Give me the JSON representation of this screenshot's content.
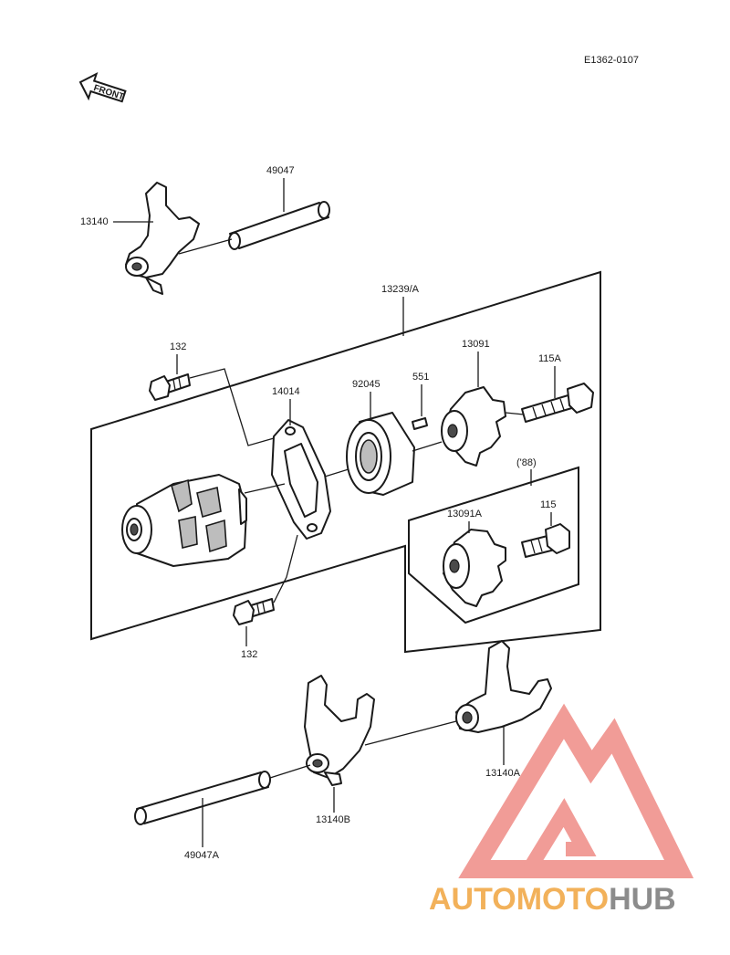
{
  "diagram_code": "E1362-0107",
  "front_label": "FRONT",
  "parts": {
    "p49047": "49047",
    "p13140": "13140",
    "p13239A": "13239/A",
    "p132_top": "132",
    "p14014": "14014",
    "p92045": "92045",
    "p551": "551",
    "p13091": "13091",
    "p115A": "115A",
    "p88": "('88)",
    "p13091A": "13091A",
    "p115": "115",
    "p132_bottom": "132",
    "p13140A": "13140A",
    "p13140B": "13140B",
    "p49047A": "49047A"
  },
  "watermark": {
    "part1": "AUTOMOTO",
    "part2": "HUB",
    "color_orange": "#f2b15a",
    "color_grey": "#8c8c8c",
    "color_red": "#ef8b86"
  }
}
